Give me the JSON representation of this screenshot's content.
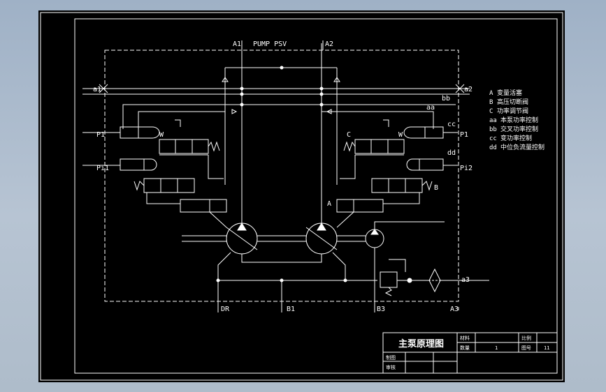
{
  "labels": {
    "A1": "A1",
    "A2": "A2",
    "pump_psv": "PUMP PSV",
    "a1": "a1",
    "a2": "a2",
    "a3": "a3",
    "bb": "bb",
    "aa": "aa",
    "cc": "cc",
    "dd": "dd",
    "P1": "P1",
    "Pi1": "Pi1",
    "P1_right": "P1",
    "Pi2": "Pi2",
    "A": "A",
    "B": "B",
    "C": "C",
    "W_left": "W",
    "W_right": "W",
    "DR": "DR",
    "B1": "B1",
    "B3": "B3",
    "A3": "A3"
  },
  "legend": [
    {
      "key": "A",
      "text": "变量活塞"
    },
    {
      "key": "B",
      "text": "高压切断阀"
    },
    {
      "key": "C",
      "text": "功率调节阀"
    },
    {
      "key": "aa",
      "text": "本泵功率控制"
    },
    {
      "key": "bb",
      "text": "交叉功率控制"
    },
    {
      "key": "cc",
      "text": "变功率控制"
    },
    {
      "key": "dd",
      "text": "中位负流量控制"
    }
  ],
  "title_block": {
    "title": "主泵原理图",
    "material_label": "材料",
    "qty_label": "数量",
    "qty_value": "1",
    "scale_label": "比例",
    "drawing_no_label": "图号",
    "drawing_no_value": "11",
    "drawn_label": "制图",
    "checked_label": "审核"
  },
  "colors": {
    "background": "#000000",
    "lines": "#ffffff",
    "window_bg": "#a9b9ca"
  }
}
